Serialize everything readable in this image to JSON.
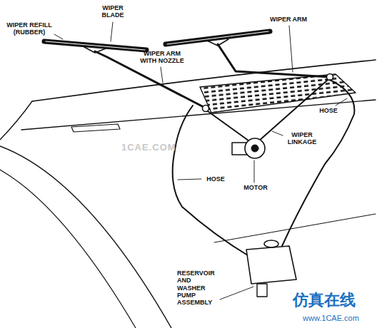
{
  "diagram": {
    "labels": [
      "WIPER REFILL (RUBBER)",
      "WIPER BLADE",
      "WIPER ARM WITH NOZZLE",
      "WIPER ARM",
      "HOSE",
      "WIPER LINKAGE",
      "HOSE",
      "MOTOR",
      "RESERVOIR AND WASHER PUMP ASSEMBLY",
      "1CAE.COM",
      "仿真在线",
      "www.1CAE.com"
    ]
  }
}
